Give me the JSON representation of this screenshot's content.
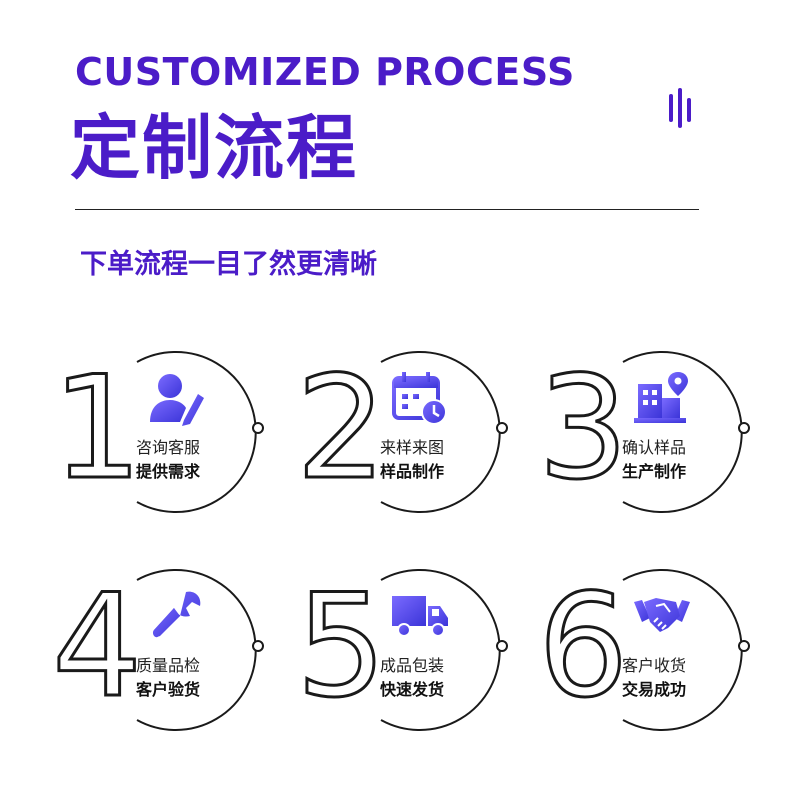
{
  "header": {
    "title_en": "CUSTOMIZED PROCESS",
    "title_cn": "定制流程",
    "subtitle": "下单流程一目了然更清晰"
  },
  "colors": {
    "accent": "#4b1cc8",
    "icon_blue": "#5b5bf0"
  },
  "steps": [
    {
      "number": "1",
      "icon": "consultant-icon",
      "line1": "咨询客服",
      "line2": "提供需求"
    },
    {
      "number": "2",
      "icon": "calendar-clock-icon",
      "line1": "来样来图",
      "line2": "样品制作"
    },
    {
      "number": "3",
      "icon": "factory-location-icon",
      "line1": "确认样品",
      "line2": "生产制作"
    },
    {
      "number": "4",
      "icon": "wrench-icon",
      "line1": "质量品检",
      "line2": "客户验货"
    },
    {
      "number": "5",
      "icon": "delivery-truck-icon",
      "line1": "成品包装",
      "line2": "快速发货"
    },
    {
      "number": "6",
      "icon": "handshake-icon",
      "line1": "客户收货",
      "line2": "交易成功"
    }
  ]
}
